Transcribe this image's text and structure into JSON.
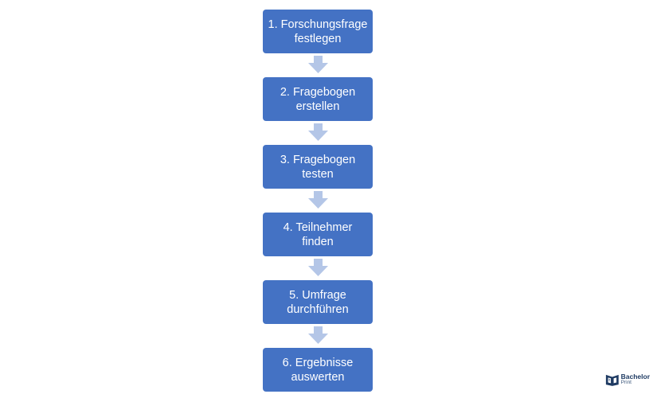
{
  "flow": {
    "steps": [
      {
        "line1": "1. Forschungsfrage",
        "line2": "festlegen"
      },
      {
        "line1": "2. Fragebogen",
        "line2": "erstellen"
      },
      {
        "line1": "3. Fragebogen",
        "line2": "testen"
      },
      {
        "line1": "4. Teilnehmer",
        "line2": "finden"
      },
      {
        "line1": "5. Umfrage",
        "line2": "durchführen"
      },
      {
        "line1": "6. Ergebnisse",
        "line2": "auswerten"
      }
    ],
    "box_color": "#4472c4",
    "arrow_color": "#b4c6e7",
    "text_color": "#ffffff"
  },
  "logo": {
    "line1": "Bachelor",
    "line2": "Print",
    "color": "#1f3b63"
  }
}
